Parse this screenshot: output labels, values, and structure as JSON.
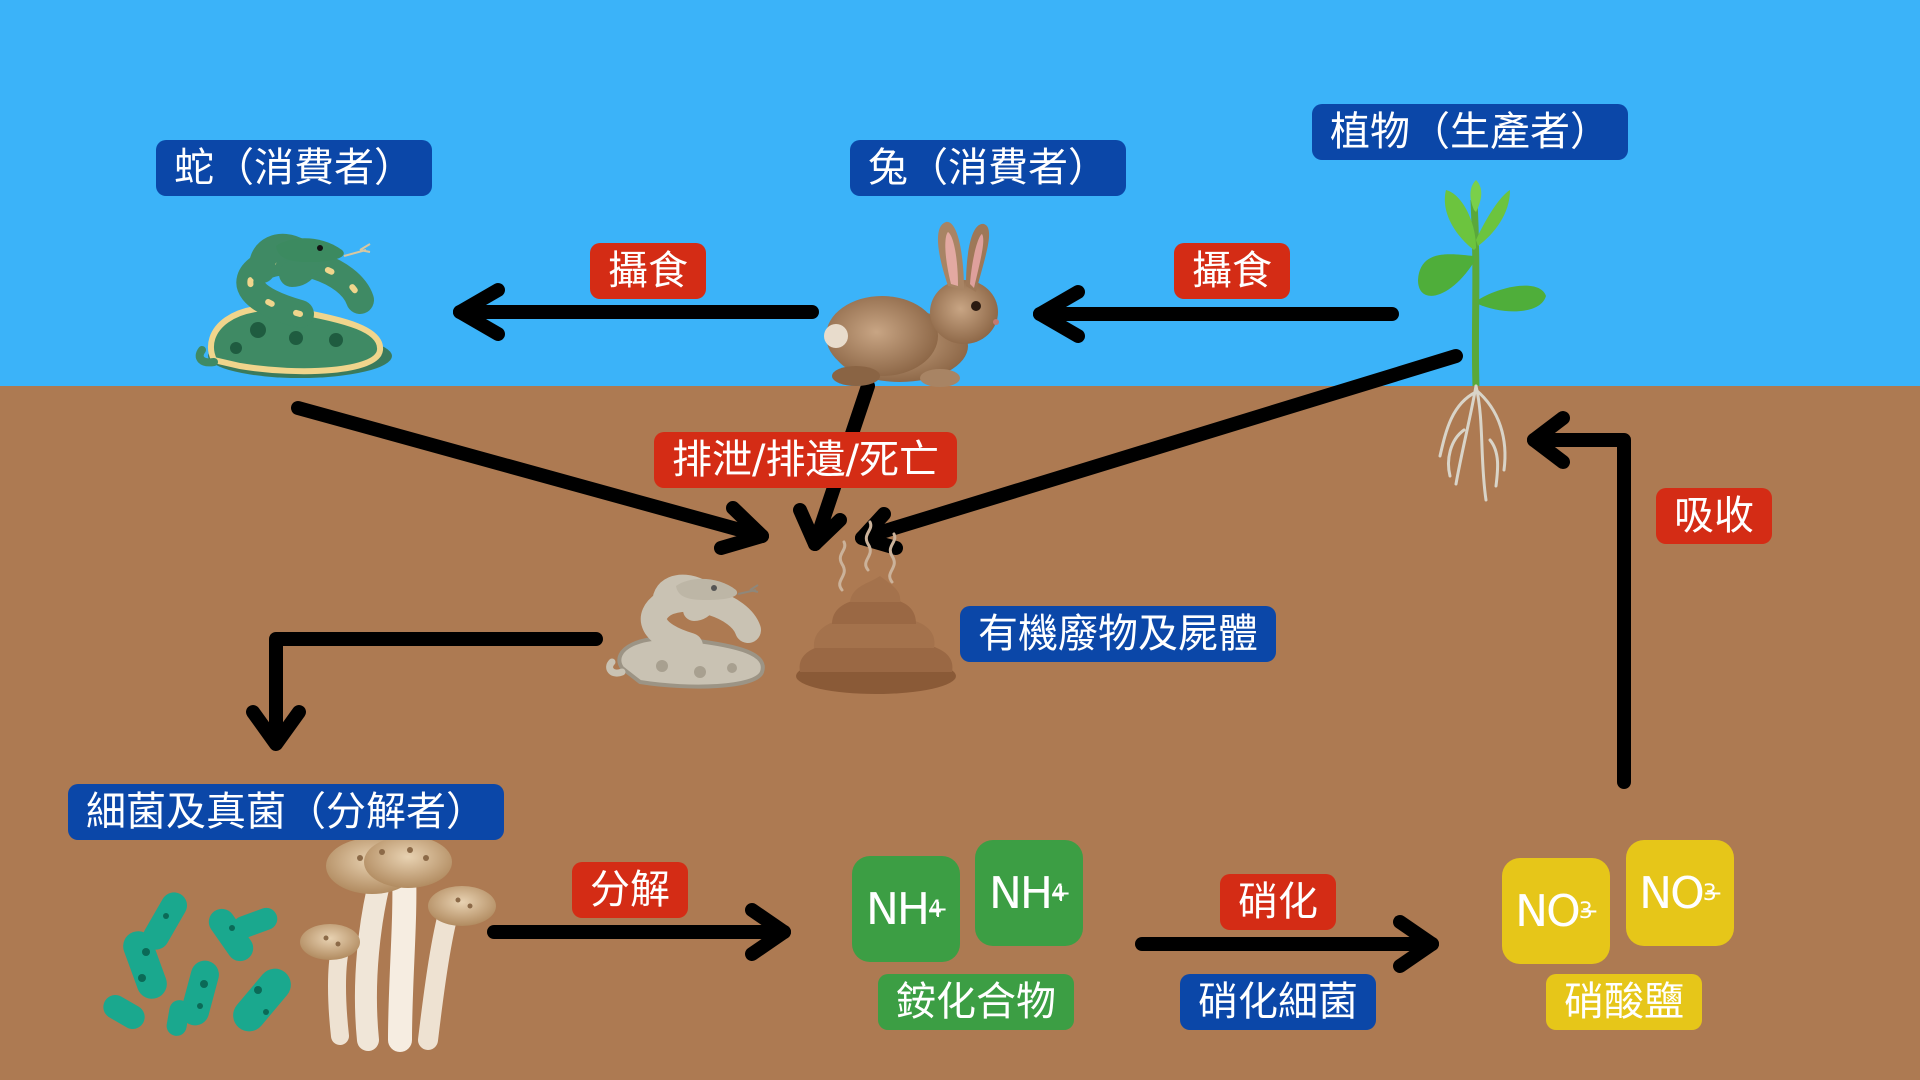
{
  "labels": {
    "snake": "蛇（消費者）",
    "rabbit": "兔（消費者）",
    "plant": "植物（生產者）",
    "eat_1": "攝食",
    "eat_2": "攝食",
    "excrete": "排泄/排遺/死亡",
    "waste": "有機廢物及屍體",
    "decomposers": "細菌及真菌（分解者）",
    "decompose": "分解",
    "ammonium": "銨化合物",
    "nitrify": "硝化",
    "nitrifying_bacteria": "硝化細菌",
    "nitrate": "硝酸鹽",
    "absorb": "吸收"
  },
  "chem": {
    "nh_main": "NH",
    "nh_sub": "4",
    "nh_sup": "+",
    "no_main": "NO",
    "no_sub": "3",
    "no_sup": "−"
  },
  "colors": {
    "sky": "#3bb3f9",
    "soil": "#ad7a52",
    "label_blue": "#0b47a8",
    "label_red": "#d42c15",
    "label_green": "#3c9e44",
    "label_yellow": "#e6c619",
    "arrow": "#000000"
  }
}
